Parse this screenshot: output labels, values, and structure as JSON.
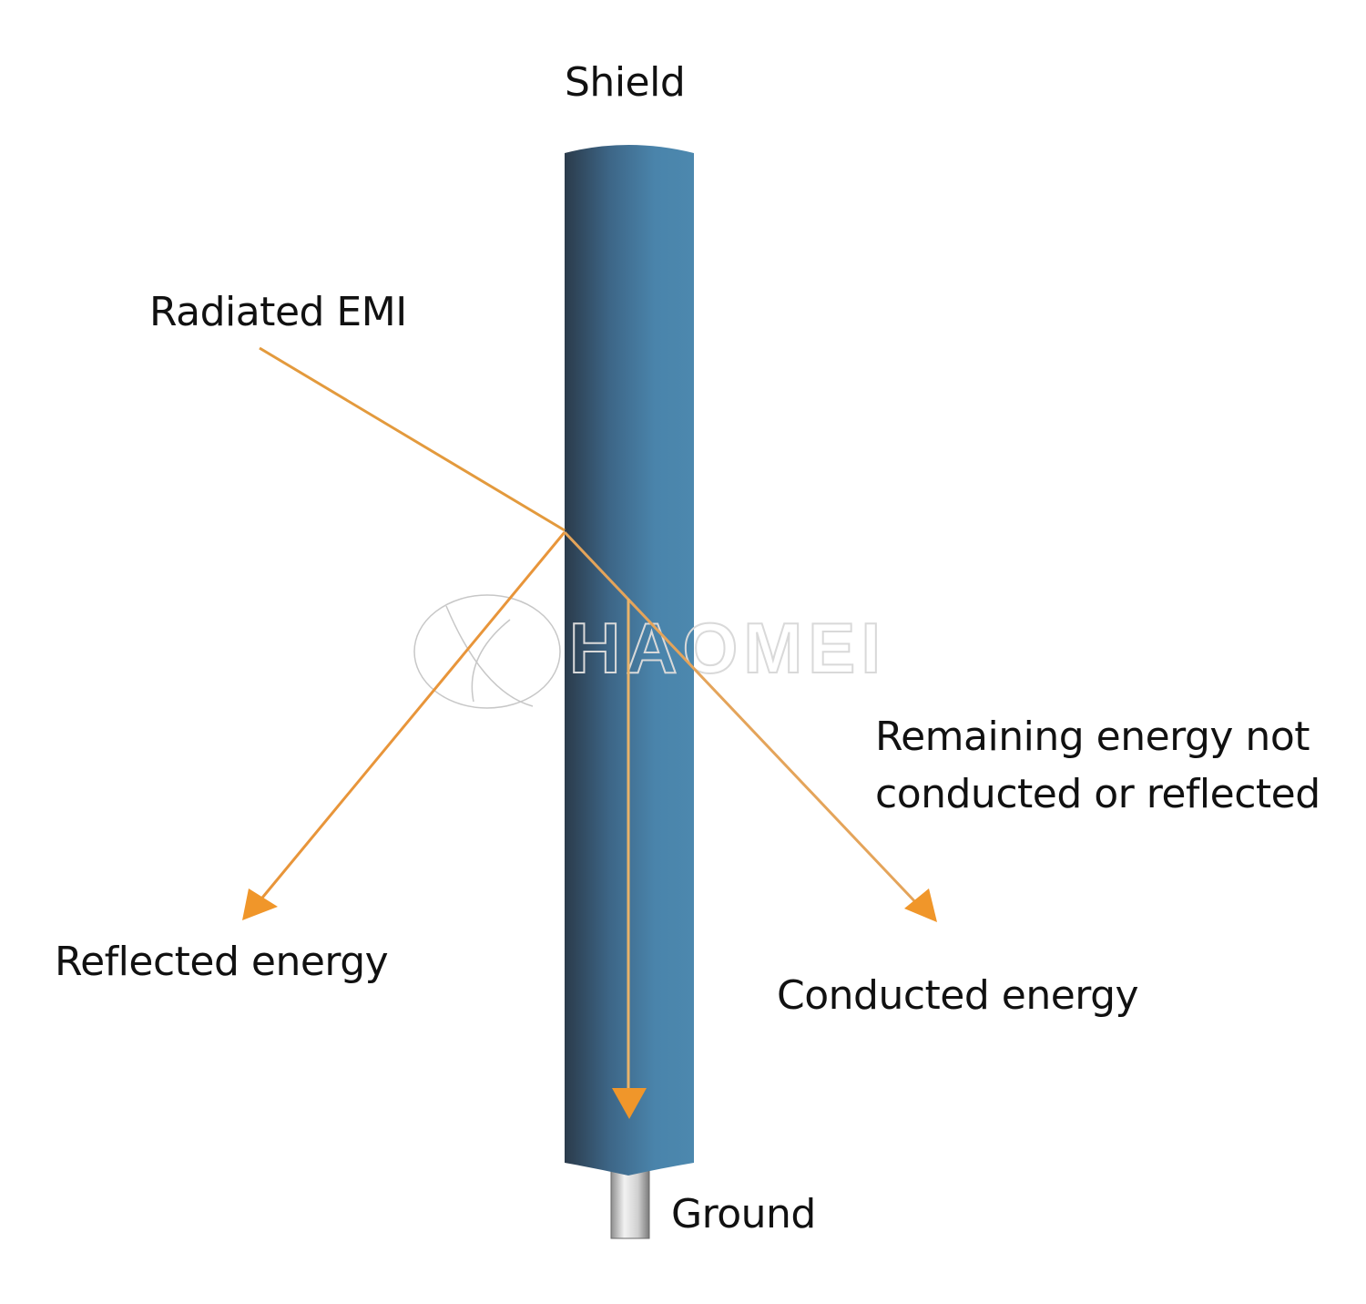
{
  "labels": {
    "shield": "Shield",
    "radiated_emi": "Radiated EMI",
    "remaining_line1": "Remaining energy not",
    "remaining_line2": "conducted or reflected",
    "reflected": "Reflected energy",
    "conducted": "Conducted energy",
    "ground": "Ground"
  },
  "watermark": {
    "text": "HAOMEI"
  },
  "colors": {
    "shield_dark": "#2c3e4f",
    "shield_mid": "#3e6b8c",
    "shield_light": "#4a86ad",
    "arrow": "#f0962a",
    "line": "#e9a040",
    "ground_pin": "#c8c8c8",
    "text": "#111111"
  }
}
